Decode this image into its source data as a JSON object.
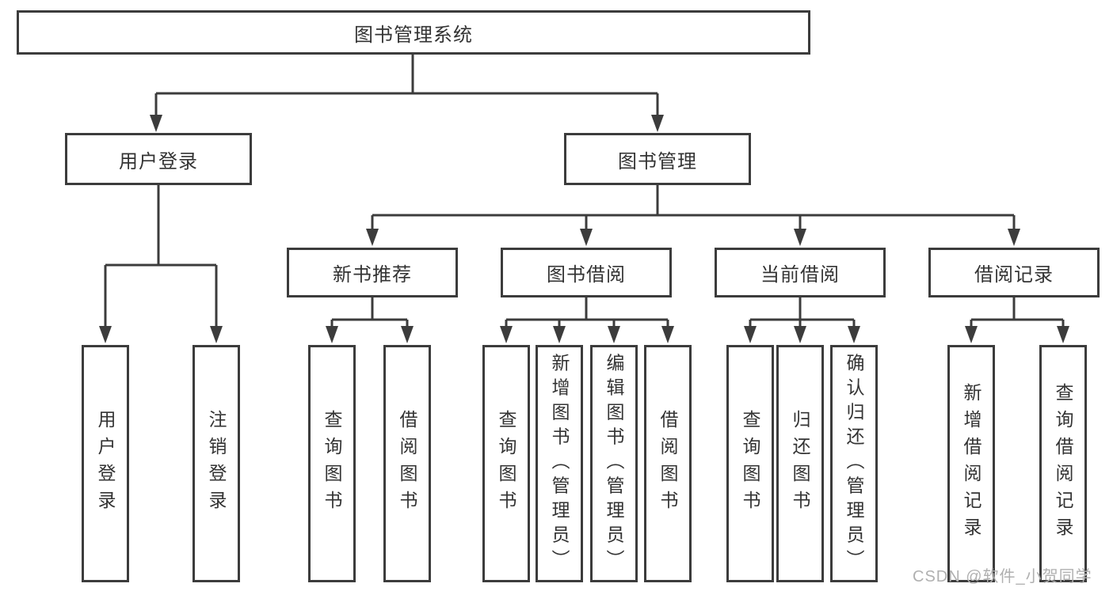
{
  "diagram": {
    "root": {
      "label": "图书管理系统"
    },
    "branches": [
      {
        "label": "用户登录",
        "children": [
          {
            "label": "用户登录"
          },
          {
            "label": "注销登录"
          }
        ]
      },
      {
        "label": "图书管理",
        "children": [
          {
            "label": "新书推荐",
            "children": [
              {
                "label": "查询图书"
              },
              {
                "label": "借阅图书"
              }
            ]
          },
          {
            "label": "图书借阅",
            "children": [
              {
                "label": "查询图书"
              },
              {
                "label": "新增图书（管理员）"
              },
              {
                "label": "编辑图书（管理员）"
              },
              {
                "label": "借阅图书"
              }
            ]
          },
          {
            "label": "当前借阅",
            "children": [
              {
                "label": "查询图书"
              },
              {
                "label": "归还图书"
              },
              {
                "label": "确认归还（管理员）"
              }
            ]
          },
          {
            "label": "借阅记录",
            "children": [
              {
                "label": "新增借阅记录"
              },
              {
                "label": "查询借阅记录"
              }
            ]
          }
        ]
      }
    ],
    "watermark": "CSDN @软件_小贺同学",
    "colors": {
      "line": "#3c3c3c",
      "text": "#333333",
      "box_background": "#ffffff",
      "watermark": "#b0b0b0"
    }
  }
}
